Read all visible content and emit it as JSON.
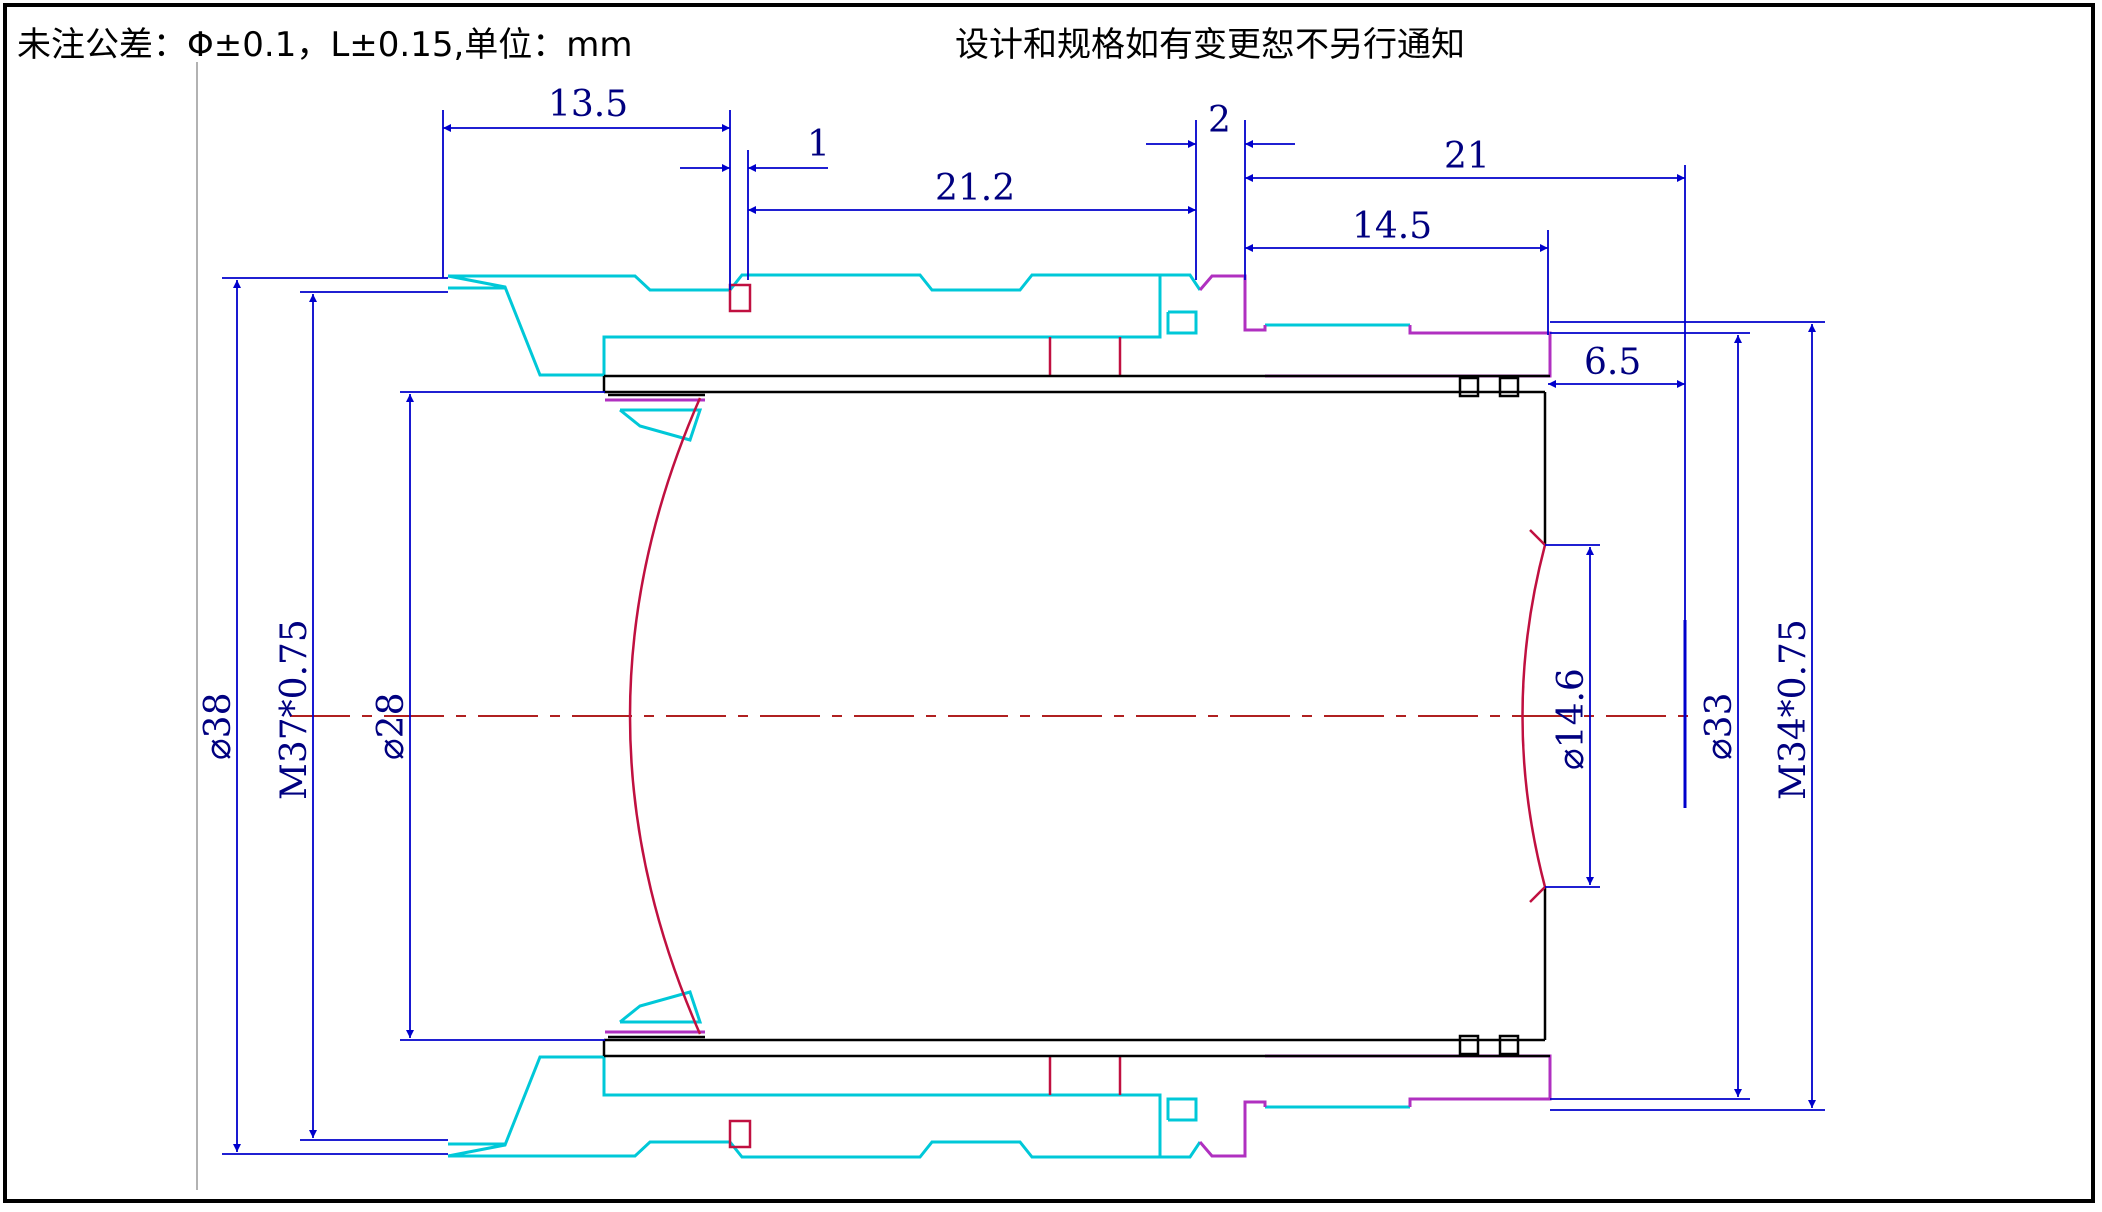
{
  "header": {
    "tolerance": "未注公差：Φ±0.1，L±0.15,单位：mm",
    "notice": "设计和规格如有变更恕不另行通知"
  },
  "dims": {
    "d13_5": "13.5",
    "d1": "1",
    "d21_2": "21.2",
    "d2": "2",
    "d21": "21",
    "d14_5": "14.5",
    "d6_5": "6.5",
    "phi38": "⌀38",
    "m37": "M37*0.75",
    "phi28": "⌀28",
    "phi14_6": "⌀14.6",
    "phi33": "⌀33",
    "m34": "M34*0.75"
  },
  "colors": {
    "dimension": "#0000cc",
    "outline": "#000000",
    "housing": "#00c8d8",
    "ring": "#b030c0",
    "lens": "#c01040",
    "centerline": "#b02020"
  }
}
